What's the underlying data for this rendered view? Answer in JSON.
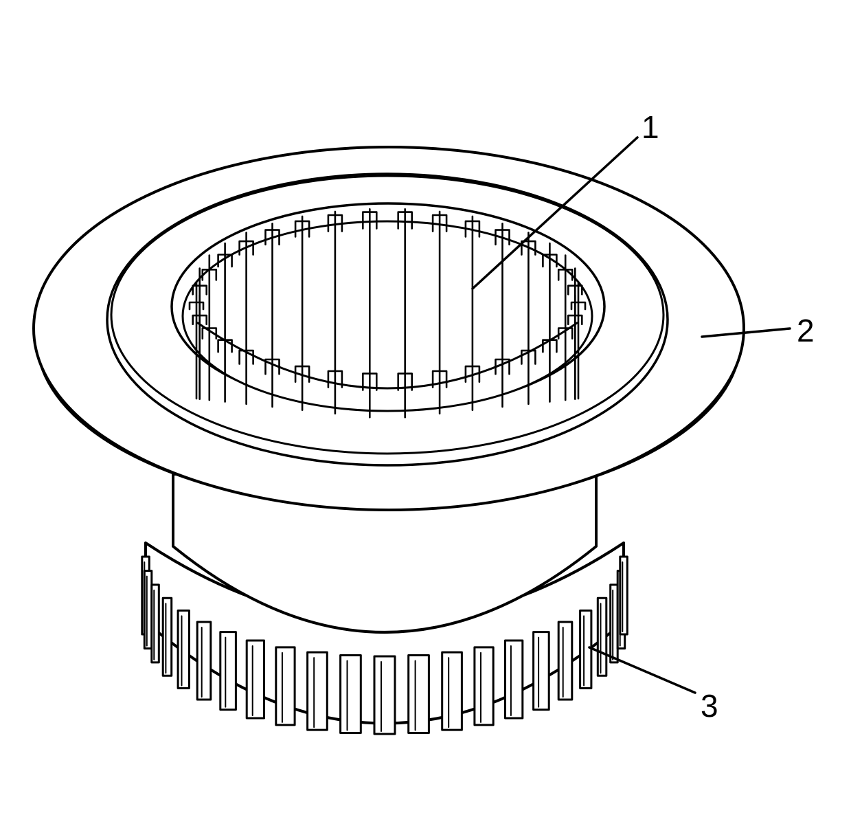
{
  "figure": {
    "callouts": [
      {
        "id": "1",
        "label": "1"
      },
      {
        "id": "2",
        "label": "2"
      },
      {
        "id": "3",
        "label": "3"
      }
    ],
    "colors": {
      "stroke": "#000000",
      "fill": "#ffffff"
    }
  }
}
